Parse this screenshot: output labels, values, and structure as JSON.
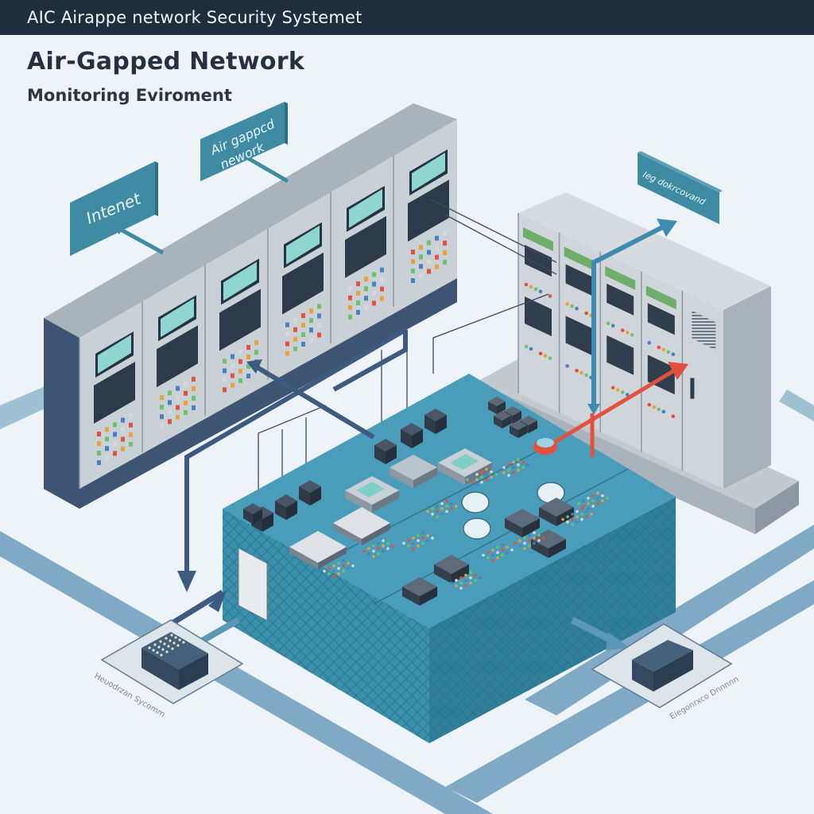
{
  "window": {
    "title": "AIC Airappe network Security Systemet"
  },
  "header": {
    "title": "Air-Gapped Network",
    "subtitle": "Monitoring Eviroment"
  },
  "signs": {
    "internet": {
      "label": "Intenet",
      "icon": "arrow-icon"
    },
    "air_gapped": {
      "line1": "Air gappcd",
      "line2": "nework",
      "icon": "arrow-icon"
    },
    "right": {
      "label": "Ieg dokrcovand",
      "icon": "arrow-icon"
    }
  },
  "nodes": {
    "left_device_label": "Heuodrzan Sycomm",
    "right_device_label": "Eiegonrxco Dnnnnn"
  },
  "zones": {
    "left_cabinet_row": {
      "name": "control-cabinet-row",
      "cabinet_count": 6
    },
    "right_server_row": {
      "name": "server-rack-row",
      "rack_count": 5
    },
    "central_console": {
      "name": "central-control-console"
    }
  },
  "colors": {
    "title_bar": "#1f2d3d",
    "background": "#eef3f7",
    "sign_teal": "#3f8ba3",
    "console_teal": "#3a8fab",
    "cabinet_gray": "#c9d0d6",
    "cabinet_dark": "#3d5572",
    "alert_red": "#e2513f",
    "flow_blue": "#3d5a80"
  }
}
